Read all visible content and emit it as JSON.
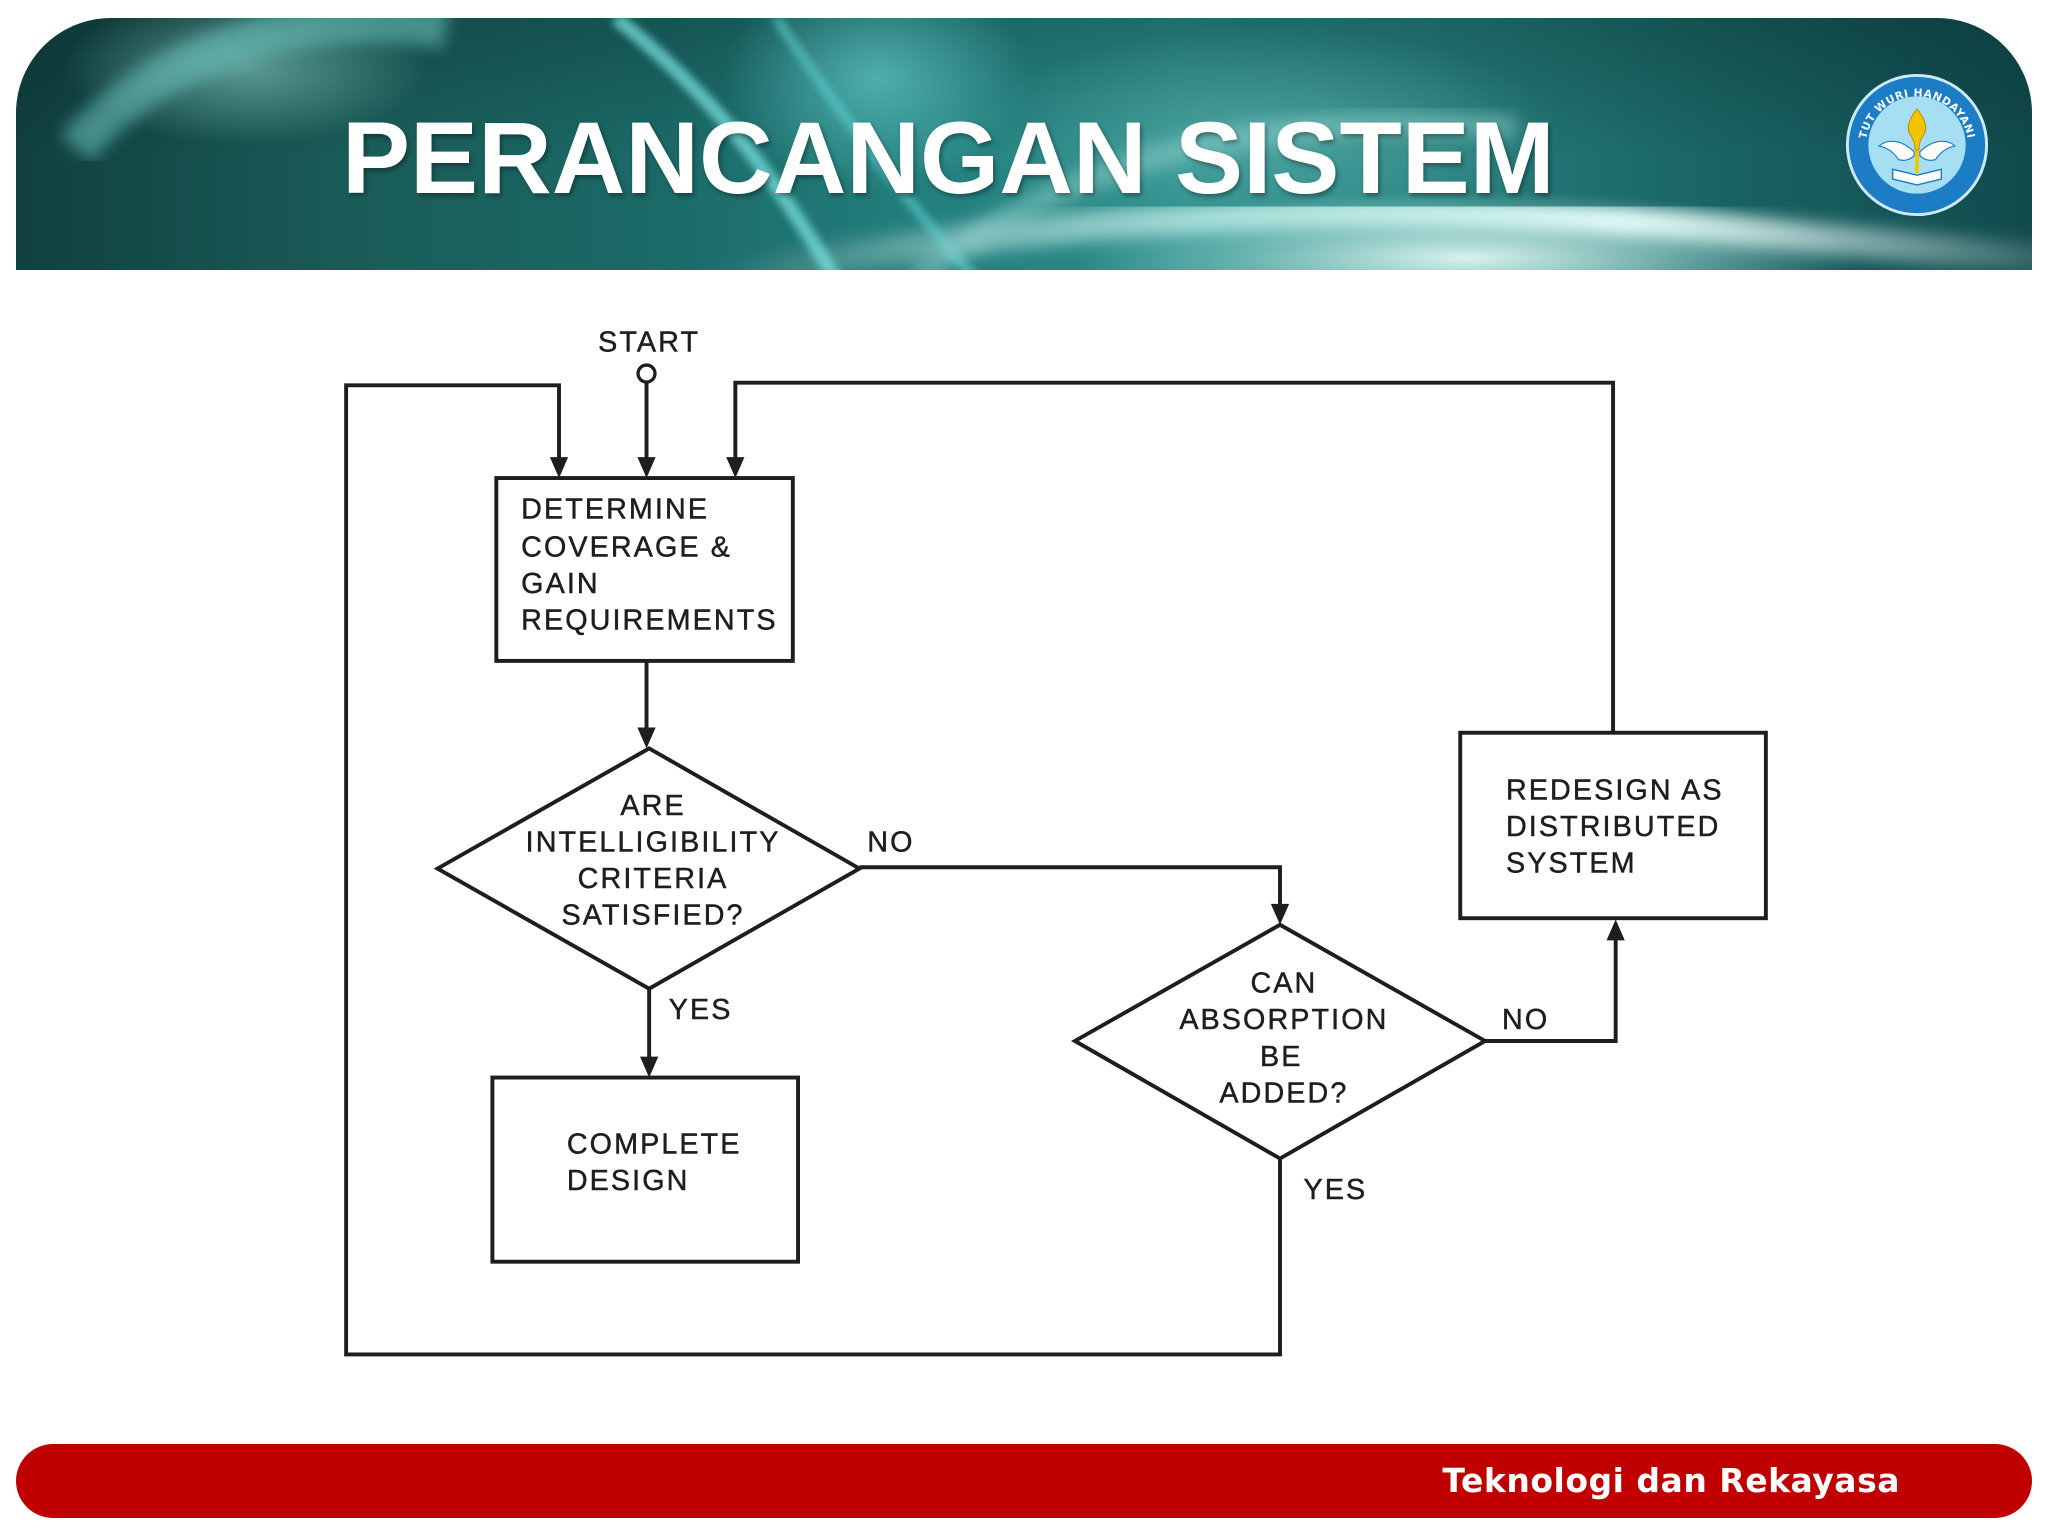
{
  "slide": {
    "title": "PERANCANGAN SISTEM",
    "footer_text": "Teknologi dan Rekayasa",
    "logo": {
      "icon": "tut-wuri-handayani-emblem",
      "text": "TUT WURI HANDAYANI"
    },
    "colors": {
      "header": "#1c6e6d",
      "footer": "#c00000",
      "title": "#ffffff",
      "footer_text": "#ffffff",
      "diagram_lines": "#1e1e1e"
    }
  },
  "flowchart": {
    "nodes": [
      {
        "shape": "start",
        "lines": [
          "START"
        ]
      },
      {
        "shape": "box",
        "lines": [
          "DETERMINE",
          "COVERAGE &",
          "GAIN",
          "REQUIREMENTS"
        ]
      },
      {
        "shape": "diamond",
        "lines": [
          "ARE",
          "INTELLIGIBILITY",
          "CRITERIA",
          "SATISFIED?"
        ]
      },
      {
        "shape": "box",
        "lines": [
          "COMPLETE",
          "DESIGN"
        ]
      },
      {
        "shape": "diamond",
        "lines": [
          "CAN",
          "ABSORPTION",
          "BE",
          "ADDED?"
        ]
      },
      {
        "shape": "box",
        "lines": [
          "REDESIGN AS",
          "DISTRIBUTED",
          "SYSTEM"
        ]
      }
    ],
    "edges": [
      {
        "from": 0,
        "to": 1
      },
      {
        "from": 1,
        "to": 2
      },
      {
        "from": 2,
        "to": 3,
        "label": "YES"
      },
      {
        "from": 2,
        "to": 4,
        "label": "NO"
      },
      {
        "from": 4,
        "to": 5,
        "label": "NO"
      },
      {
        "from": 4,
        "to": 1,
        "label": "YES"
      },
      {
        "from": 5,
        "to": 1
      }
    ]
  }
}
